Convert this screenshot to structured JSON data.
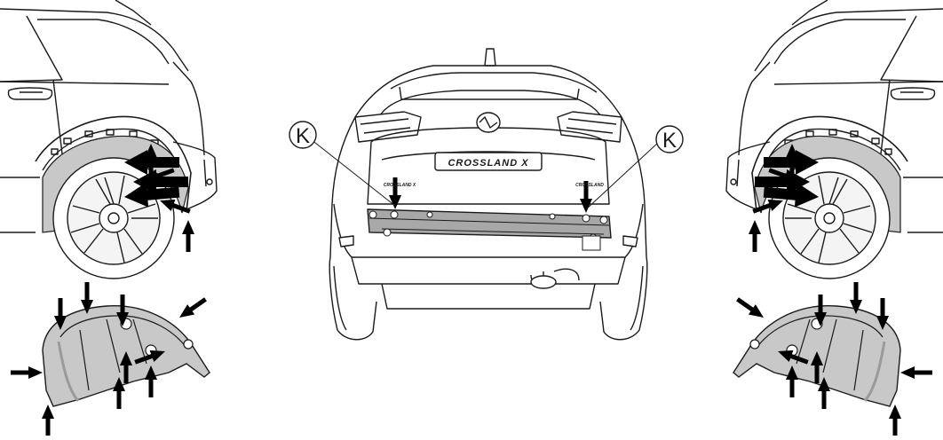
{
  "callouts": {
    "left": "K",
    "right": "K"
  },
  "badge": {
    "tailgate": "CROSSLAND X",
    "left_small": "CROSSLAND X",
    "right_small": "CROSSLAND"
  },
  "colors": {
    "line": "#1a1a1a",
    "arrow": "#000000",
    "liner_fill": "#c8c8c8",
    "liner_dark": "#9a9a9a",
    "bracket_fill": "#a8a8a8",
    "wheel_fill": "#eeeeee"
  },
  "icons": {
    "arrow": "arrow-icon",
    "callout": "callout-circle-icon"
  }
}
